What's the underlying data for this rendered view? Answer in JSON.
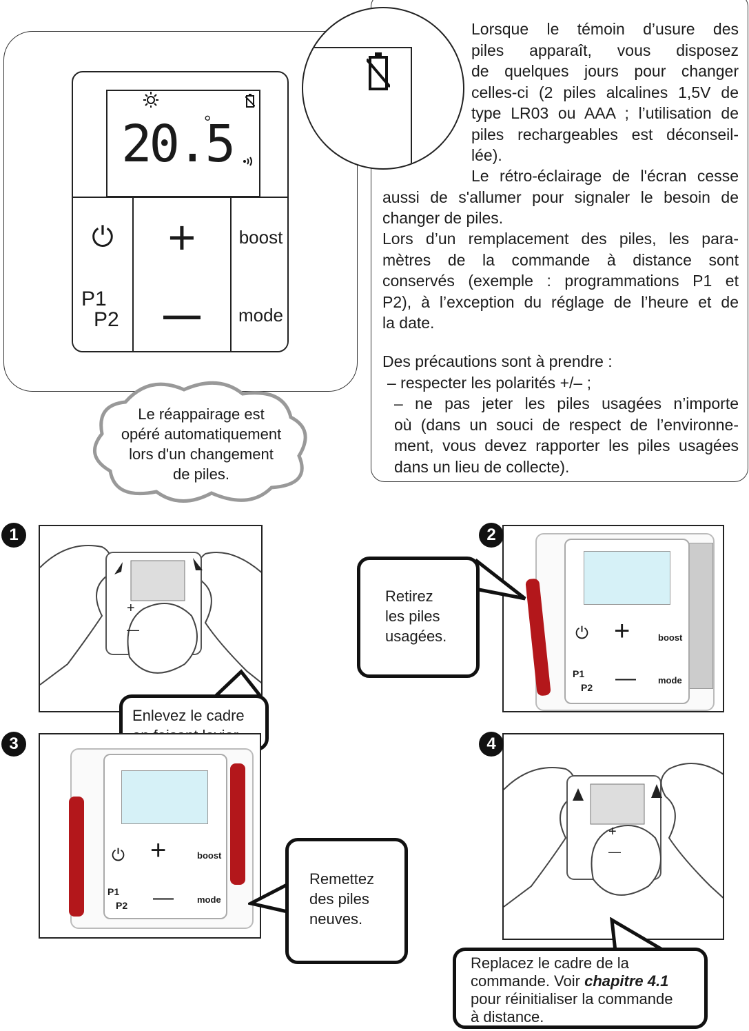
{
  "remote": {
    "temperature": "20.5",
    "degree_symbol": "°",
    "power_symbol": "⏻",
    "plus_symbol": "+",
    "boost_label": "boost",
    "p1_label": "P1",
    "p2_label": "P2",
    "minus_symbol": "—",
    "mode_label": "mode"
  },
  "cloud": {
    "line1": "Le réappairage est",
    "line2": "opéré automatiquement",
    "line3": "lors d'un changement",
    "line4": "de piles."
  },
  "info": {
    "p1_lines": [
      "Lorsque le témoin d’usure des",
      "piles apparaît, vous disposez",
      "de quelques jours pour changer",
      "celles-ci (2 piles alcalines 1,5V de",
      "type LR03 ou AAA ; l’utilisation de",
      "piles rechargeables est déconseil-",
      "lée)."
    ],
    "p2_lines": [
      "Le rétro-éclairage de l'écran cesse",
      "aussi de s'allumer pour signaler le besoin de",
      "changer de piles."
    ],
    "p3_lines": [
      "Lors d’un remplacement des piles, les para-",
      "mètres de la commande à distance sont",
      "conservés (exemple : programmations P1 et",
      "P2), à l’exception du réglage de l’heure et de",
      "la date."
    ],
    "p4_title": "Des précautions sont à prendre :",
    "p4_item1": "– respecter les polarités +/– ;",
    "p4_item2_lines": [
      "– ne pas jeter les piles usagées n’importe",
      "où (dans un souci de respect de l’environne-",
      "ment, vous devez rapporter les piles usagées",
      "dans un lieu de collecte)."
    ]
  },
  "steps": [
    {
      "num": "1",
      "lines": [
        "Enlevez le cadre",
        "en faisant levier."
      ]
    },
    {
      "num": "2",
      "lines": [
        "Retirez",
        "les piles",
        "usagées."
      ]
    },
    {
      "num": "3",
      "lines": [
        "Remettez",
        "des piles",
        "neuves."
      ]
    },
    {
      "num": "4",
      "line1": "Replacez le cadre de la",
      "line2_prefix": "commande. Voir ",
      "line2_ref": "chapitre 4.1",
      "line3": "pour réinitialiser la commande",
      "line4": "à distance."
    }
  ],
  "mini": {
    "power": "⏻",
    "plus": "+",
    "minus": "—",
    "boost": "boost",
    "mode": "mode",
    "p1": "P1",
    "p2": "P2"
  },
  "colors": {
    "battery_red": "#b3171b",
    "lcd_blue": "#d6f1f7",
    "cloud_gray": "#999999",
    "skin_outline": "#444444"
  }
}
